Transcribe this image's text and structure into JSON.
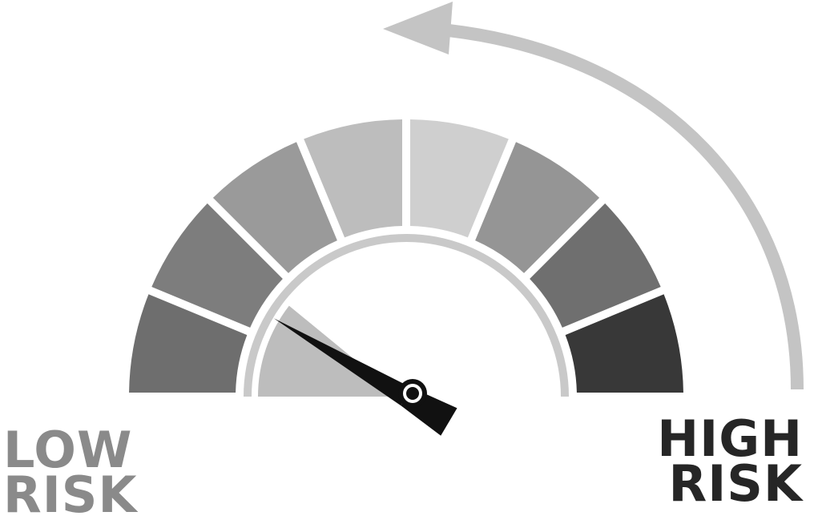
{
  "gauge": {
    "low_label": [
      "LOW",
      "RISK"
    ],
    "high_label": [
      "HIGH",
      "RISK"
    ],
    "segment_count": 8,
    "needle_level": 0.17,
    "colors": {
      "background": "#ffffff",
      "low_text": "#8a8a8a",
      "high_text": "#262626",
      "arrow": "#c4c4c4",
      "needle": "#111111",
      "inner_ring": "#c9c9c9",
      "inner_fill": "#bdbdbd",
      "segments": [
        "#6e6e6e",
        "#7d7d7d",
        "#9a9a9a",
        "#bdbdbd",
        "#cfcfcf",
        "#959595",
        "#6f6f6f",
        "#383838"
      ]
    },
    "icons": [
      "curved-arrow-icon",
      "needle-icon"
    ]
  }
}
